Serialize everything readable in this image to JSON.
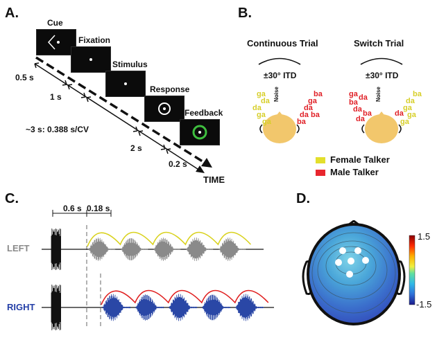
{
  "panels": {
    "a": "A.",
    "b": "B.",
    "c": "C.",
    "d": "D."
  },
  "panel_a": {
    "screens": [
      "Cue",
      "Fixation",
      "Stimulus",
      "Response",
      "Feedback"
    ],
    "durations": [
      "0.5 s",
      "1 s",
      "~3 s: 0.388 s/CV",
      "2 s",
      "0.2 s"
    ],
    "axis_label": "TIME"
  },
  "panel_b": {
    "continuous_title": "Continuous Trial",
    "switch_title": "Switch Trial",
    "itd_label": "±30° ITD",
    "noise_label": "Noise",
    "continuous_left_syllables": [
      "ga",
      "da",
      "da",
      "ga",
      "da",
      "ga"
    ],
    "continuous_right_syllables": [
      "ba",
      "ga",
      "da",
      "ba",
      "da",
      "ba"
    ],
    "switch_left_syllables": [
      "ga",
      "da",
      "ba",
      "da",
      "ba",
      "da"
    ],
    "switch_right_syllables": [
      "ba",
      "da",
      "ga",
      "da",
      "ga",
      "ga"
    ],
    "legend": [
      {
        "label": "Female Talker",
        "color": "#e3df2c"
      },
      {
        "label": "Male Talker",
        "color": "#e8262e"
      }
    ],
    "colors": {
      "female": "#d7cf2a",
      "male": "#e02027",
      "head": "#f2c76c"
    }
  },
  "panel_c": {
    "left_label": "LEFT",
    "right_label": "RIGHT",
    "gap1_label": "0.6 s",
    "gap2_label": "0.18 s",
    "colors": {
      "left_wave": "#8a8a8a",
      "right_wave": "#2a47a6",
      "left_env": "#d9d21e",
      "right_env": "#e02020",
      "left_label": "#8a8a8a",
      "right_label": "#2540a8"
    }
  },
  "panel_d": {
    "colorbar_max": "1.5",
    "colorbar_min": "-1.5"
  }
}
